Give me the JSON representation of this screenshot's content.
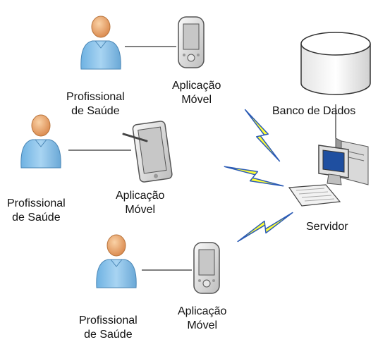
{
  "labels": {
    "professional": [
      "Profissional",
      "de Saúde"
    ],
    "mobile_app": [
      "Aplicação",
      "Móvel"
    ],
    "database": "Banco de Dados",
    "server": "Servidor"
  },
  "icons": {
    "person": "person-icon",
    "smartphone": "smartphone-icon",
    "tablet": "tablet-with-stylus-icon",
    "database": "database-cylinder-icon",
    "server": "computer-workstation-icon",
    "wireless": "lightning-bolt-icon"
  },
  "colors": {
    "person_body": "#8cc3e8",
    "person_head": "#e9a567",
    "device_body": "#e6e6e6",
    "device_screen": "#c7c7c7",
    "bolt_fill": "#ffff33",
    "bolt_edge": "#2b5bb5",
    "line": "#333333"
  }
}
